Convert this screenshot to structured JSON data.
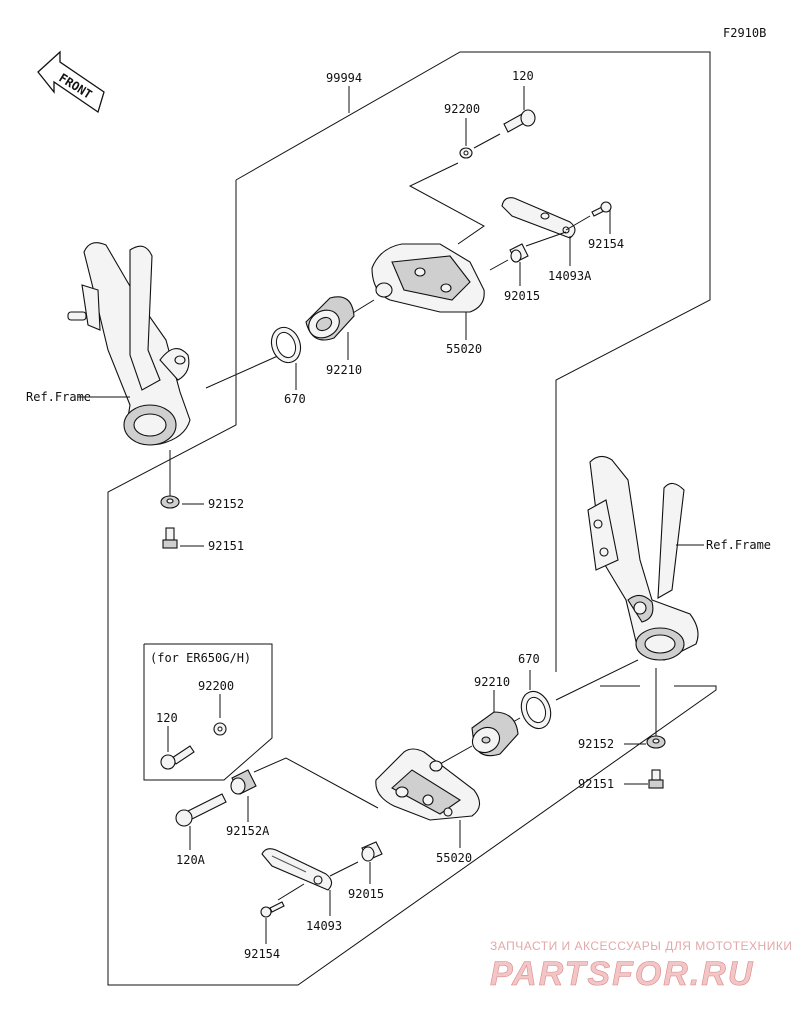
{
  "diagram_code": "F2910B",
  "front_arrow_text": "FRONT",
  "kit_number": "99994",
  "note_box_text": "(for ER650G/H)",
  "ref_frame": "Ref.Frame",
  "upper": {
    "bolt": "120",
    "washer": "92200",
    "screw": "92154",
    "plate": "14093A",
    "collar": "92015",
    "slider": "55020",
    "bushing": "92210",
    "oring": "670",
    "nut": "92152",
    "bolt_small": "92151"
  },
  "lower": {
    "oring": "670",
    "bushing": "92210",
    "nut": "92152",
    "bolt_small": "92151",
    "note_bolt": "120",
    "note_washer": "92200",
    "bolt_long": "120A",
    "spacer": "92152A",
    "slider": "55020",
    "collar": "92015",
    "plate": "14093",
    "screw": "92154"
  },
  "watermark": {
    "line1": "ЗАПЧАСТИ И АКСЕССУАРЫ ДЛЯ МОТОТЕХНИКИ",
    "line2": "PARTSFOR.RU"
  }
}
